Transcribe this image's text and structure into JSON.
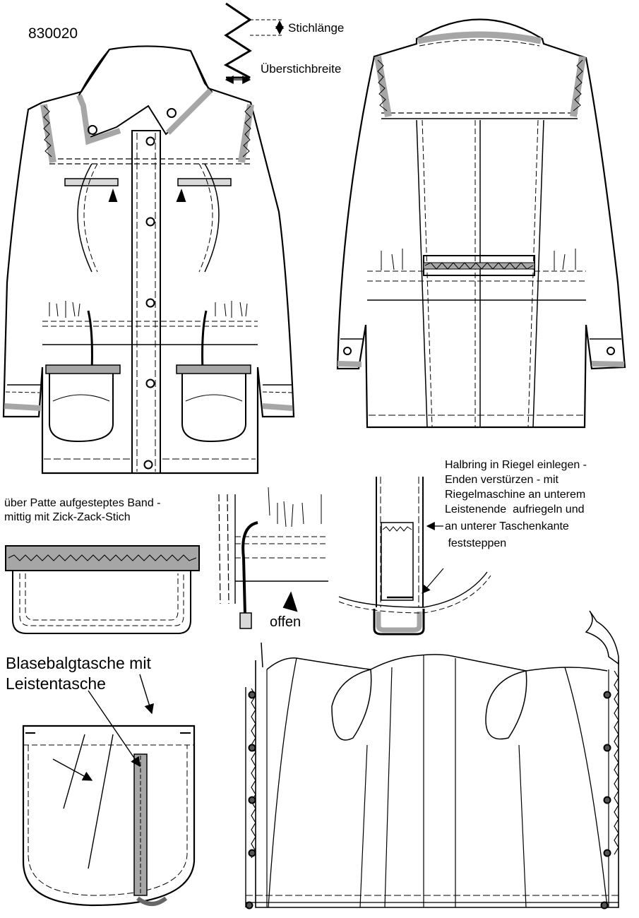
{
  "model_number": "830020",
  "legend": {
    "stitch_length": "Stichlänge",
    "zigzag_width": "Überstichbreite"
  },
  "notes": {
    "band_line1": "über Patte aufgesteptes Band -",
    "band_line2": "mittig mit Zick-Zack-Stich",
    "offen": "offen",
    "halbring_line1": "Halbring in Riegel einlegen -",
    "halbring_line2": "Enden verstürzen - mit",
    "halbring_line3": "Riegelmaschine an unterem",
    "halbring_line4": "Leistenende  aufriegeln und",
    "halbring_line5": "an unterer Taschenkante",
    "halbring_line6": " feststeppen",
    "pocket_title_line1": "Blasebalgtasche mit",
    "pocket_title_line2": "Leistentasche"
  },
  "colors": {
    "line": "#000000",
    "tape_gray": "#a6a6a6",
    "light_gray": "#d9d9d9"
  }
}
